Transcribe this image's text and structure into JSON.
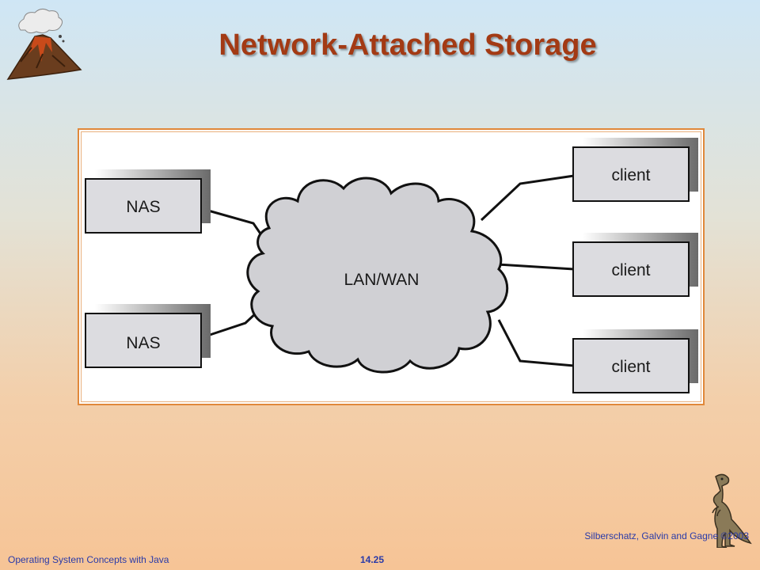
{
  "slide": {
    "title": "Network-Attached Storage",
    "footer_left": "Operating System Concepts with Java",
    "footer_center": "14.25",
    "footer_right": "Silberschatz, Galvin and Gagne ©2003"
  },
  "diagram": {
    "nas_label": "NAS",
    "network_label": "LAN/WAN",
    "client_label": "client"
  },
  "colors": {
    "title": "#a33a14",
    "frame_border": "#e0883a",
    "box_fill": "#dcdce0",
    "footer_text": "#2a3aa8"
  }
}
